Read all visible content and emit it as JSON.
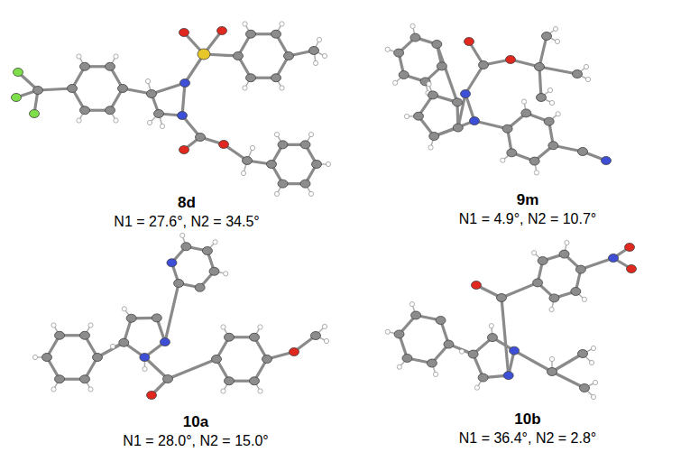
{
  "diagram": {
    "labels": [
      "8d",
      "N1 = 27.6°, N2 = 34.5°",
      "9m",
      "N1 = 4.9°, N2 = 10.7°",
      "10a",
      "N1 = 28.0°, N2 = 15.0°",
      "10b",
      "N1 = 36.4°, N2 = 2.8°"
    ]
  }
}
